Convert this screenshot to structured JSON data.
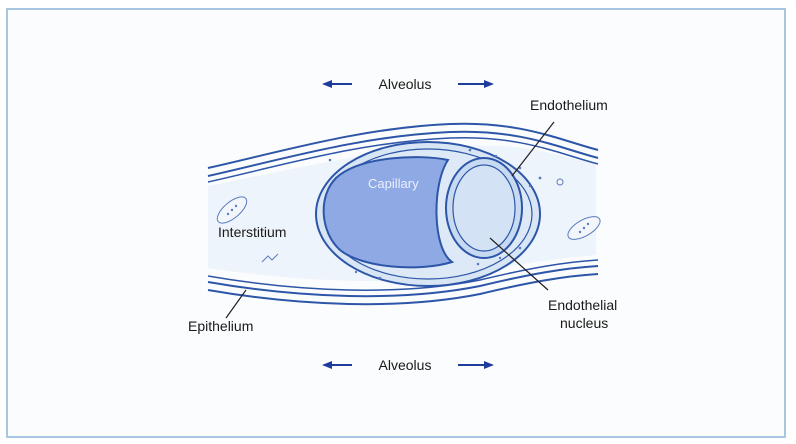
{
  "labels": {
    "alveolus_top": "Alveolus",
    "alveolus_bottom": "Alveolus",
    "endothelium": "Endothelium",
    "capillary": "Capillary",
    "interstitium": "Interstitium",
    "epithelium": "Epithelium",
    "endothelial_nucleus_line1": "Endothelial",
    "endothelial_nucleus_line2": "nucleus"
  },
  "colors": {
    "frame_border": "#a9c6e0",
    "membrane_stroke": "#2d55a8",
    "membrane_fill": "#d7e5f4",
    "capillary_lumen": "#8fa9e4",
    "nucleus_fill": "#c8daf1",
    "arrow": "#1f3c9c",
    "leader_line": "#222222"
  }
}
